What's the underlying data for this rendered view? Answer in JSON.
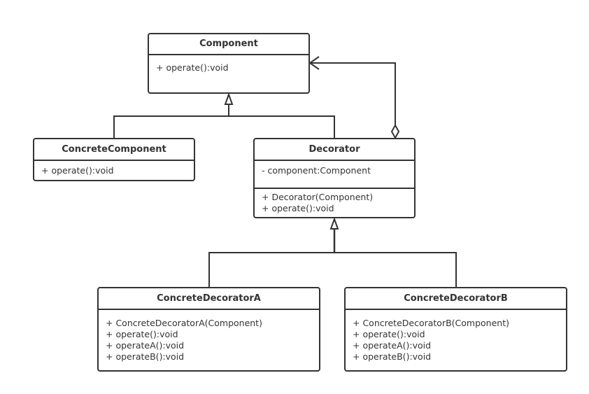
{
  "diagram": {
    "classes": [
      {
        "id": "component",
        "name": "Component",
        "attributes": [],
        "methods": [
          "+ operate():void"
        ]
      },
      {
        "id": "concrete_component",
        "name": "ConcreteComponent",
        "attributes": [],
        "methods": [
          "+ operate():void"
        ]
      },
      {
        "id": "decorator",
        "name": "Decorator",
        "attributes": [
          "- component:Component"
        ],
        "methods": [
          "+ Decorator(Component)",
          "+ operate():void"
        ]
      },
      {
        "id": "concrete_decorator_a",
        "name": "ConcreteDecoratorA",
        "attributes": [],
        "methods": [
          "+ ConcreteDecoratorA(Component)",
          "+ operate():void",
          "+ operateA():void",
          "+ operateB():void"
        ]
      },
      {
        "id": "concrete_decorator_b",
        "name": "ConcreteDecoratorB",
        "attributes": [],
        "methods": [
          "+ ConcreteDecoratorB(Component)",
          "+ operate():void",
          "+ operateA():void",
          "+ operateB():void"
        ]
      }
    ],
    "relations": [
      {
        "type": "generalization",
        "from": "ConcreteComponent",
        "to": "Component"
      },
      {
        "type": "generalization",
        "from": "Decorator",
        "to": "Component"
      },
      {
        "type": "aggregation",
        "from": "Decorator",
        "to": "Component"
      },
      {
        "type": "generalization",
        "from": "ConcreteDecoratorA",
        "to": "Decorator"
      },
      {
        "type": "generalization",
        "from": "ConcreteDecoratorB",
        "to": "Decorator"
      }
    ],
    "colors": {
      "line": "#333333",
      "background": "#ffffff"
    }
  }
}
